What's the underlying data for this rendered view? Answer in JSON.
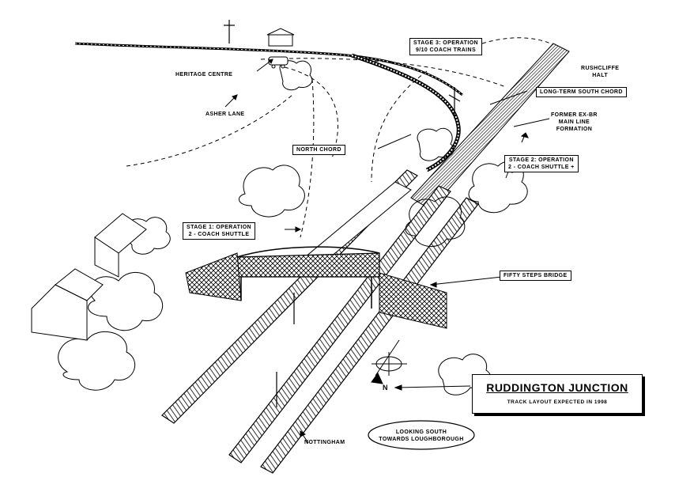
{
  "title": "RUDDINGTON JUNCTION",
  "subtitle": "TRACK LAYOUT EXPECTED IN 1998",
  "labels": {
    "stage3_line1": "STAGE 3: OPERATION",
    "stage3_line2": "9/10 COACH TRAINS",
    "ruddington_halt_line1": "RUSHCLIFFE",
    "ruddington_halt_line2": "HALT",
    "heritage_centre": "HERITAGE CENTRE",
    "long_term_south_chord": "LONG-TERM SOUTH CHORD",
    "asher_lane": "ASHER LANE",
    "former_br_line1": "FORMER EX-BR",
    "former_br_line2": "MAIN LINE",
    "former_br_line3": "FORMATION",
    "north_chord": "NORTH CHORD",
    "stage2_line1": "STAGE 2: OPERATION",
    "stage2_line2": "2 - COACH SHUTTLE +",
    "stage1_line1": "STAGE 1: OPERATION",
    "stage1_line2": "2 - COACH SHUTTLE",
    "fifty_steps_bridge": "FIFTY STEPS BRIDGE",
    "nottingham": "NOTTINGHAM",
    "looking_south_line1": "LOOKING SOUTH",
    "looking_south_line2": "TOWARDS LOUGHBOROUGH",
    "compass_n": "N"
  }
}
